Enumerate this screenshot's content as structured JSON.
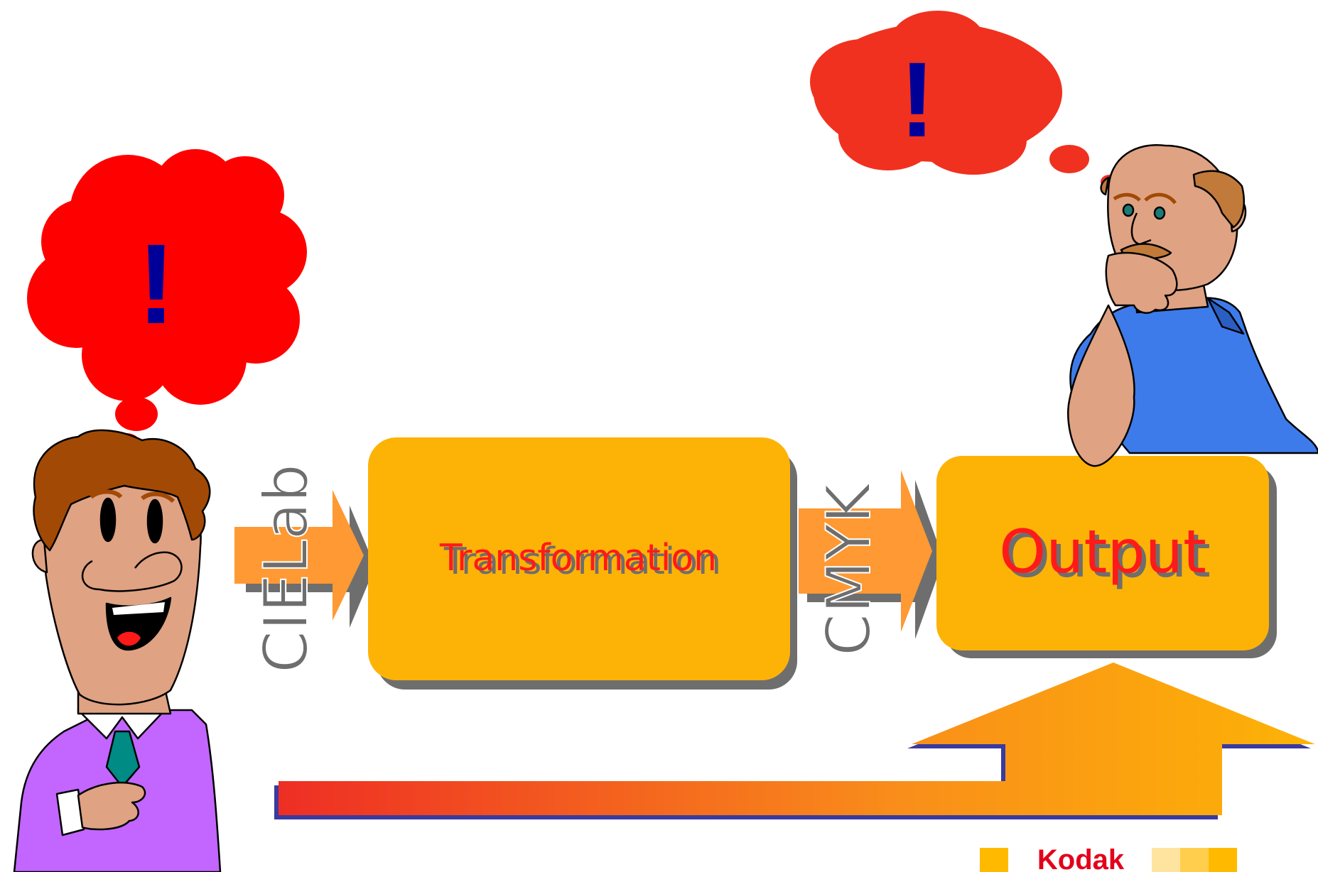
{
  "diagram": {
    "input_label": "CIELab",
    "process_label": "Transformation",
    "output_color_label": "CMYK",
    "output_label": "Output",
    "bubble_left_symbol": "!",
    "bubble_right_symbol": "!"
  },
  "branding": {
    "logo_text": "Kodak"
  },
  "colors": {
    "box_fill": "#FDB306",
    "box_shadow": "#6E6E6E",
    "arrow_orange": "#FF9933",
    "text_red": "#FF1A1A",
    "bubble_red_left": "#FF0000",
    "bubble_red_right": "#F0311F",
    "exclaim_blue": "#000099",
    "gradient_start": "#EE2E24",
    "gradient_end": "#FDB306",
    "kodak_red": "#E3001B",
    "kodak_yellow": "#FFBA00",
    "shirt_purple": "#C266FF",
    "shirt_blue": "#3D7BEA",
    "skin": "#DFA283",
    "hair_brown": "#A24A05"
  }
}
